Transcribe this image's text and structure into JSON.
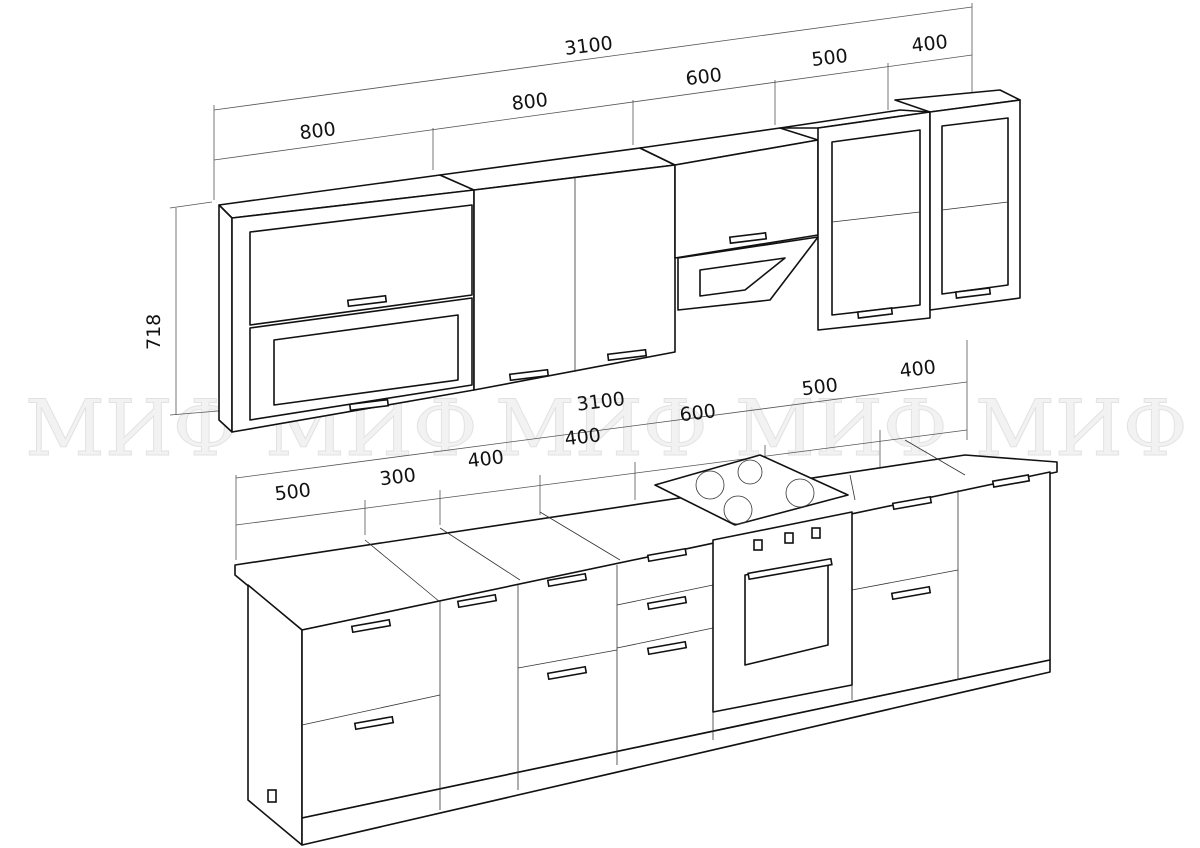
{
  "watermark": {
    "text": "МИФ",
    "count": 5
  },
  "upper": {
    "total_width": "3100",
    "modules": [
      "800",
      "800",
      "600",
      "500",
      "400"
    ],
    "height": "718"
  },
  "lower": {
    "total_width": "3100",
    "modules": [
      "500",
      "300",
      "400",
      "400",
      "600",
      "500",
      "400"
    ]
  }
}
